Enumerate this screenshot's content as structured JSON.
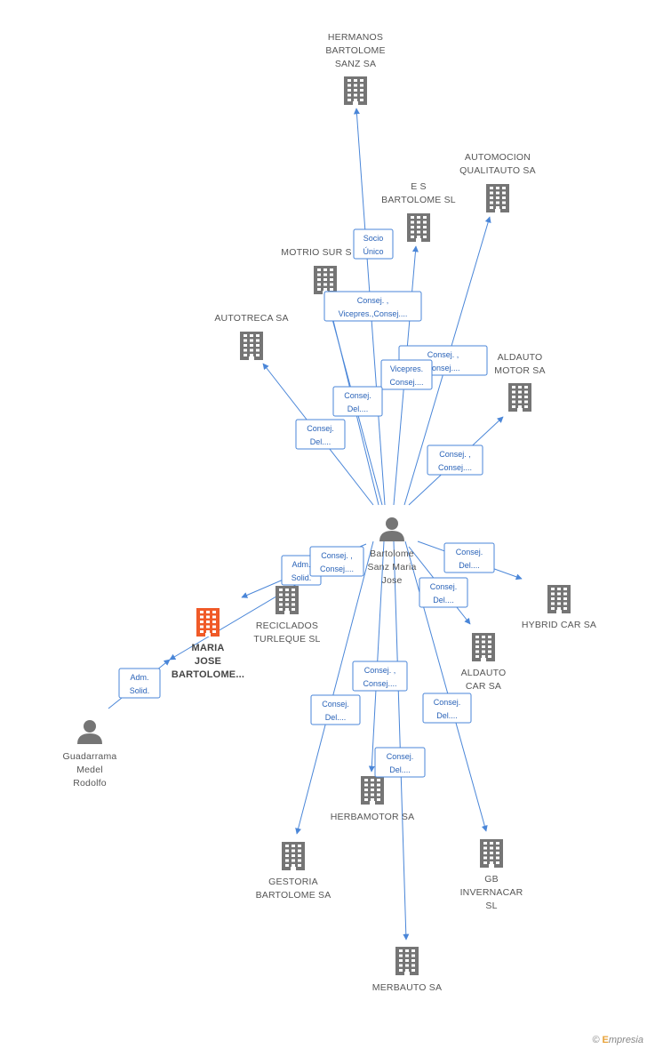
{
  "colors": {
    "edge": "#4a86d8",
    "building": "#757575",
    "highlight": "#f05a28",
    "person": "#757575"
  },
  "nodes": [
    {
      "id": "bartolome",
      "type": "person",
      "lines": [
        "Bartolome",
        "Sanz Maria",
        "Jose"
      ]
    },
    {
      "id": "guadarrama",
      "type": "person",
      "lines": [
        "Guadarrama",
        "Medel",
        "Rodolfo"
      ]
    },
    {
      "id": "maria",
      "type": "company",
      "highlight": true,
      "lines": [
        "MARIA",
        "JOSE",
        "BARTOLOME..."
      ]
    },
    {
      "id": "hermanos",
      "type": "company",
      "lines": [
        "HERMANOS",
        "BARTOLOME",
        "SANZ SA"
      ]
    },
    {
      "id": "automocion",
      "type": "company",
      "lines": [
        "AUTOMOCION",
        "QUALITAUTO SA"
      ]
    },
    {
      "id": "esbartolome",
      "type": "company",
      "lines": [
        "E S",
        "BARTOLOME SL"
      ]
    },
    {
      "id": "motrio",
      "type": "company",
      "lines": [
        "MOTRIO SUR  S"
      ]
    },
    {
      "id": "autotreca",
      "type": "company",
      "lines": [
        "AUTOTRECA SA"
      ]
    },
    {
      "id": "aldautomotor",
      "type": "company",
      "lines": [
        "ALDAUTO",
        "MOTOR SA"
      ]
    },
    {
      "id": "reciclados",
      "type": "company",
      "lines": [
        "RECICLADOS",
        "TURLEQUE SL"
      ]
    },
    {
      "id": "hybrid",
      "type": "company",
      "lines": [
        "HYBRID CAR SA"
      ]
    },
    {
      "id": "aldautocar",
      "type": "company",
      "lines": [
        "ALDAUTO",
        "CAR SA"
      ]
    },
    {
      "id": "herbamotor",
      "type": "company",
      "lines": [
        "HERBAMOTOR SA"
      ]
    },
    {
      "id": "gestoria",
      "type": "company",
      "lines": [
        "GESTORIA",
        "BARTOLOME SA"
      ]
    },
    {
      "id": "gbinvernacar",
      "type": "company",
      "lines": [
        "GB",
        "INVERNACAR",
        "SL"
      ]
    },
    {
      "id": "merbauto",
      "type": "company",
      "lines": [
        "MERBAUTO SA"
      ]
    }
  ],
  "edges": [
    {
      "from": "bartolome",
      "to": "hermanos",
      "label": [
        "Socio",
        "Único"
      ]
    },
    {
      "from": "bartolome",
      "to": "automocion",
      "label": [
        "Consej. ,",
        "Consej...."
      ]
    },
    {
      "from": "bartolome",
      "to": "esbartolome",
      "label": [
        "Vicepres.",
        "Consej...."
      ]
    },
    {
      "from": "bartolome",
      "to": "motrio",
      "label": [
        "Consej. ,",
        "Vicepres.,Consej...."
      ]
    },
    {
      "from": "bartolome",
      "to": "autotreca",
      "label": [
        "Consej.",
        "Del...."
      ]
    },
    {
      "from": "bartolome",
      "to": "motrio",
      "label": [
        "Consej.",
        "Del...."
      ]
    },
    {
      "from": "bartolome",
      "to": "aldautomotor",
      "label": [
        "Consej. ,",
        "Consej...."
      ]
    },
    {
      "from": "bartolome",
      "to": "maria",
      "label": [
        "Adm.",
        "Solid."
      ]
    },
    {
      "from": "bartolome",
      "to": "reciclados",
      "label": [
        "Consej. ,",
        "Consej...."
      ]
    },
    {
      "from": "bartolome",
      "to": "hybrid",
      "label": [
        "Consej.",
        "Del...."
      ]
    },
    {
      "from": "bartolome",
      "to": "aldautocar",
      "label": [
        "Consej.",
        "Del...."
      ]
    },
    {
      "from": "bartolome",
      "to": "herbamotor",
      "label": [
        "Consej. ,",
        "Consej...."
      ]
    },
    {
      "from": "bartolome",
      "to": "gestoria",
      "label": [
        "Consej.",
        "Del...."
      ]
    },
    {
      "from": "bartolome",
      "to": "merbauto",
      "label": [
        "Consej.",
        "Del...."
      ]
    },
    {
      "from": "bartolome",
      "to": "gbinvernacar",
      "label": [
        "Consej.",
        "Del...."
      ]
    },
    {
      "from": "guadarrama",
      "to": "maria",
      "label": [
        "Adm.",
        "Solid."
      ]
    }
  ],
  "brand": {
    "copyright": "©",
    "name": "mpresia",
    "initial": "E"
  }
}
